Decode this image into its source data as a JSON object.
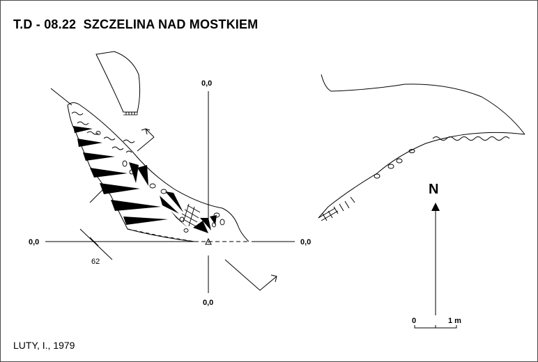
{
  "title": "T.D - 08.22  SZCZELINA NAD MOSTKIEM",
  "author": "LUTY, I., 1979",
  "labels": {
    "axis_top": "0,0",
    "axis_left": "0,0",
    "axis_right": "0,0",
    "axis_bottom": "0,0",
    "section_number": "62",
    "north": "N",
    "scale_zero": "0",
    "scale_one": "1 m"
  }
}
